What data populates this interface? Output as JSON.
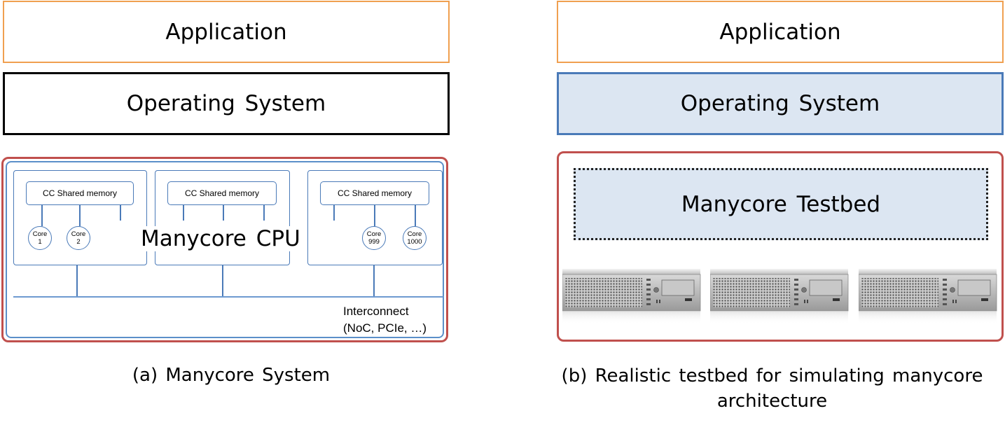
{
  "panel_a": {
    "application": "Application",
    "operating_system": "Operating System",
    "cpu_label": "Manycore CPU",
    "shared_memory": [
      "CC Shared memory",
      "CC Shared memory",
      "CC Shared memory"
    ],
    "cores": [
      {
        "line1": "Core",
        "line2": "1"
      },
      {
        "line1": "Core",
        "line2": "2"
      },
      {
        "line1": "Core",
        "line2": "999"
      },
      {
        "line1": "Core",
        "line2": "1000"
      }
    ],
    "interconnect_line1": "Interconnect",
    "interconnect_line2": "(NoC, PCIe, …)",
    "caption": "(a) Manycore System"
  },
  "panel_b": {
    "application": "Application",
    "operating_system": "Operating System",
    "testbed": "Manycore Testbed",
    "caption_line1": "(b) Realistic testbed for simulating manycore",
    "caption_line2": "architecture"
  },
  "colors": {
    "application_border": "#f0a050",
    "os_border_a": "#000000",
    "os_border_b": "#4a7ab8",
    "os_fill_b": "#dce6f2",
    "hardware_border": "#c0504d",
    "diagram_blue": "#4a7ab8"
  }
}
